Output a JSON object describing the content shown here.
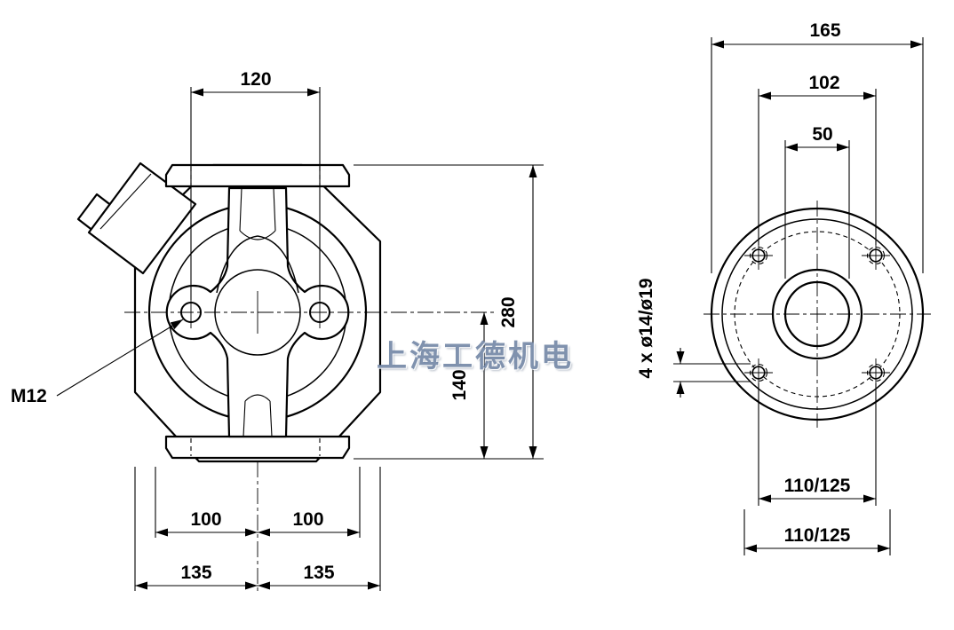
{
  "watermark": {
    "text": "上海工德机电"
  },
  "front_view": {
    "dim_top_flange": "120",
    "dim_height_overall": "280",
    "dim_height_center_to_base": "140",
    "thread_label": "M12",
    "dim_base_left": "100",
    "dim_base_right": "100",
    "dim_width_left": "135",
    "dim_width_right": "135"
  },
  "flange_view": {
    "dim_width_overall": "165",
    "dim_bolt_span": "102",
    "dim_port": "50",
    "holes_label": "4 x ø14/ø19",
    "dim_pitch_circle_top": "110/125",
    "dim_pitch_circle_bottom": "110/125"
  }
}
